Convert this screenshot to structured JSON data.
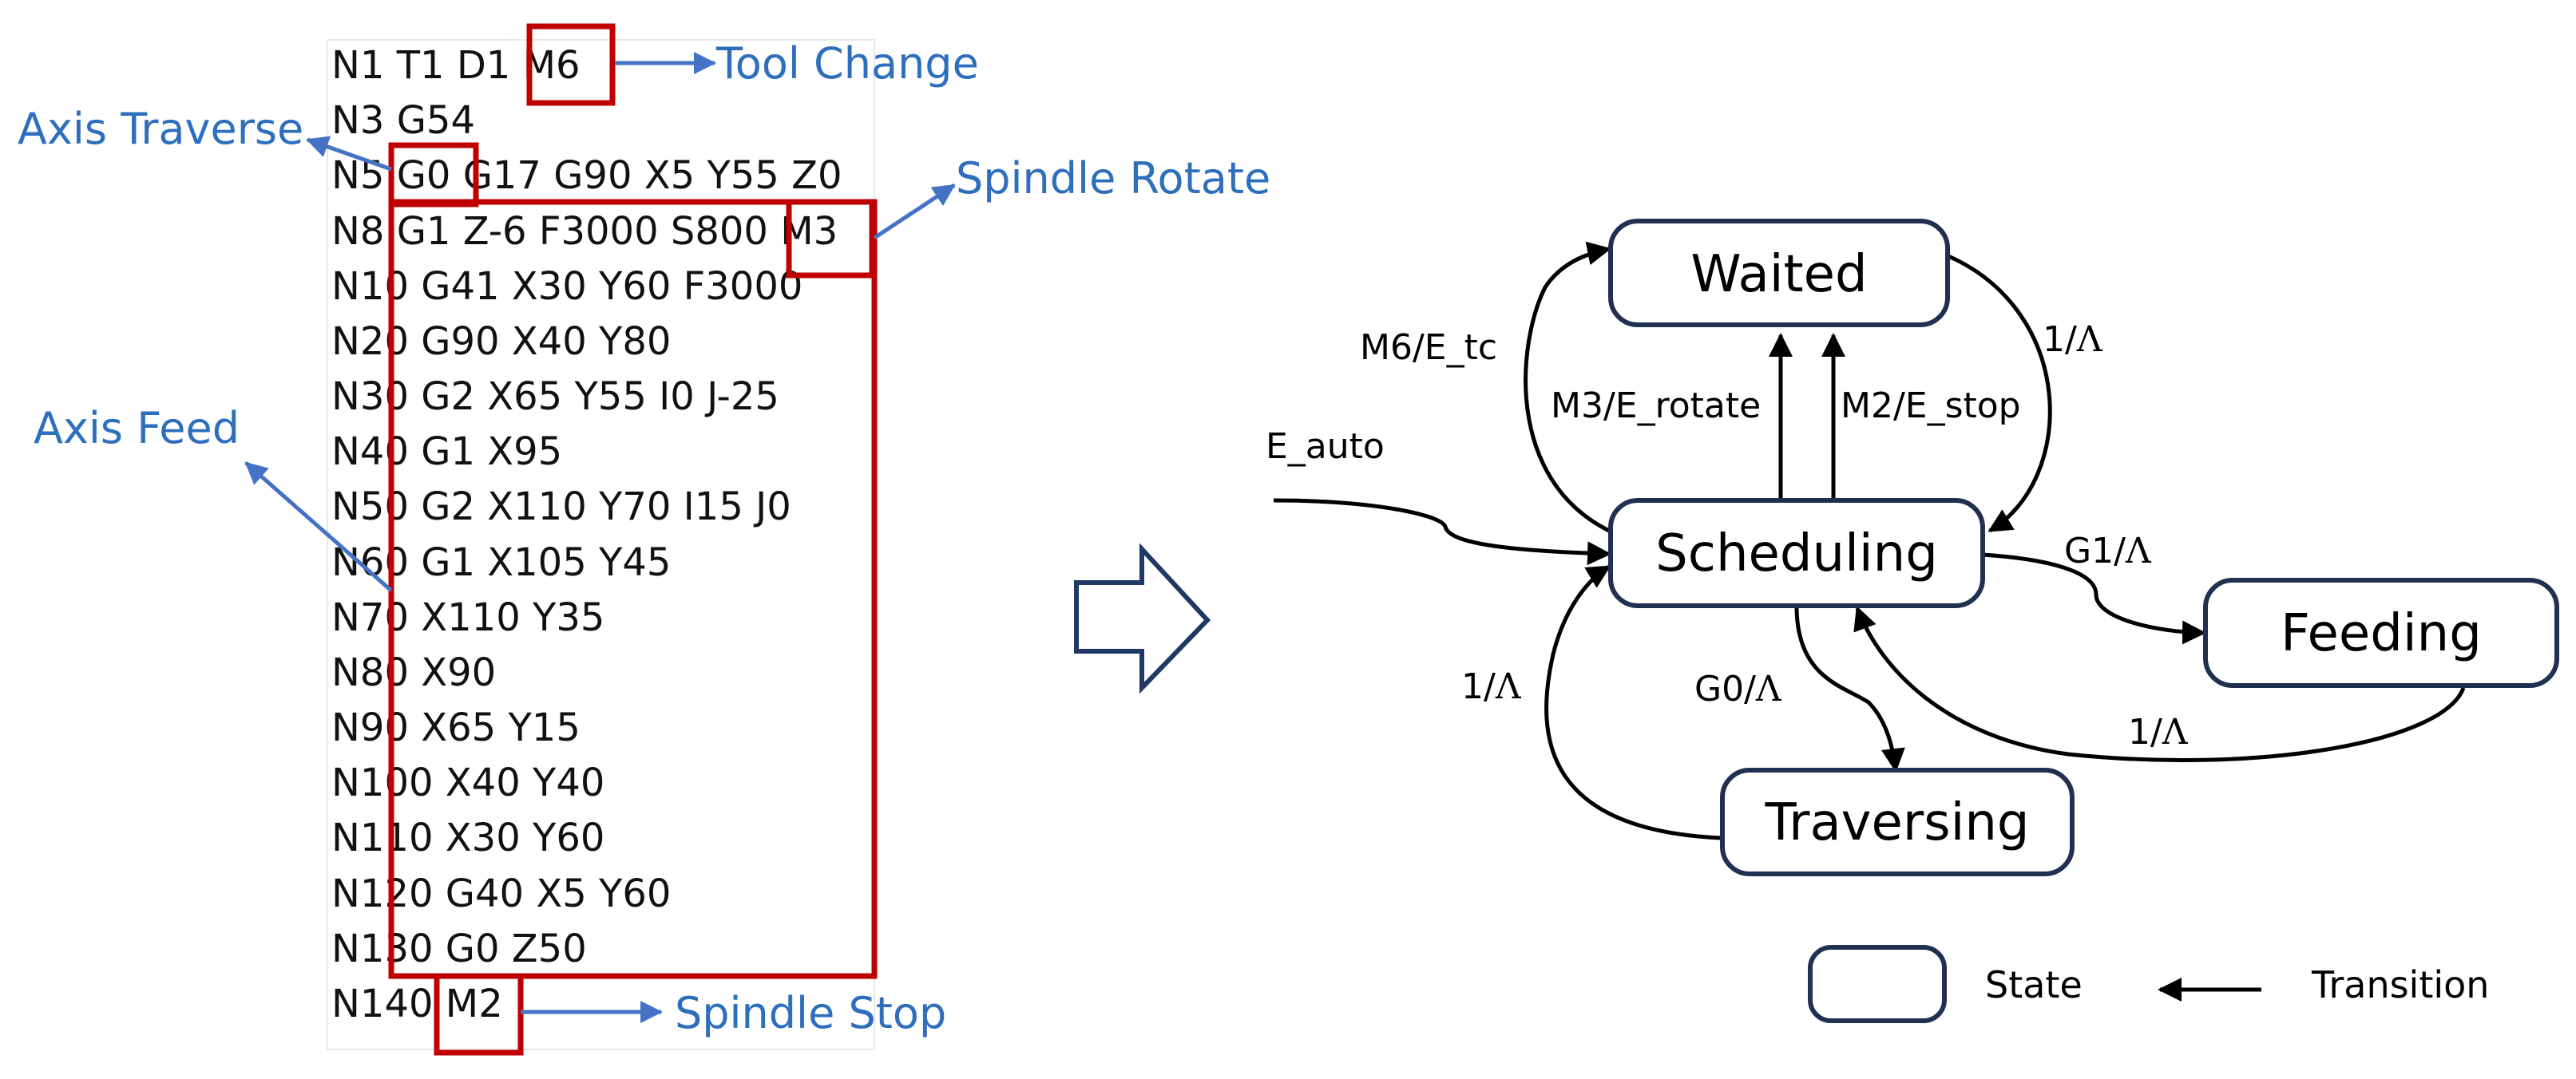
{
  "code_lines": [
    "N1 T1 D1 M6",
    "N3 G54",
    "N5 G0 G17 G90 X5 Y55 Z0",
    "N8 G1 Z-6 F3000 S800 M3",
    "N10 G41 X30 Y60 F3000",
    "N20 G90 X40 Y80",
    "N30 G2 X65 Y55 I0 J-25",
    "N40 G1 X95",
    "N50 G2 X110 Y70 I15 J0",
    "N60 G1 X105 Y45",
    "N70 X110 Y35",
    "N80 X90",
    "N90 X65 Y15",
    "N100 X40 Y40",
    "N110 X30 Y60",
    "N120 G40 X5 Y60",
    "N130 G0 Z50",
    "N140 M2"
  ],
  "callouts": {
    "tool_change": "Tool Change",
    "axis_traverse": "Axis Traverse",
    "spindle_rotate": "Spindle Rotate",
    "axis_feed": "Axis Feed",
    "spindle_stop": "Spindle Stop"
  },
  "states": {
    "waited": "Waited",
    "scheduling": "Scheduling",
    "feeding": "Feeding",
    "traversing": "Traversing"
  },
  "transitions": {
    "m6": "M6/E_tc",
    "m3": "M3/E_rotate",
    "m2": "M2/E_stop",
    "auto": "E_auto",
    "g1": "G1/",
    "g0": "G0/",
    "one_a": "1/",
    "one_b": "1/",
    "one_c": "1/",
    "lambda": "Λ"
  },
  "legend": {
    "state": "State",
    "transition": "Transition"
  },
  "colors": {
    "highlight_box": "#c00000",
    "callout": "#2e6fbd",
    "callout_arrow": "#4472c4",
    "state_border": "#1f3050",
    "big_arrow": "#1f3864"
  }
}
